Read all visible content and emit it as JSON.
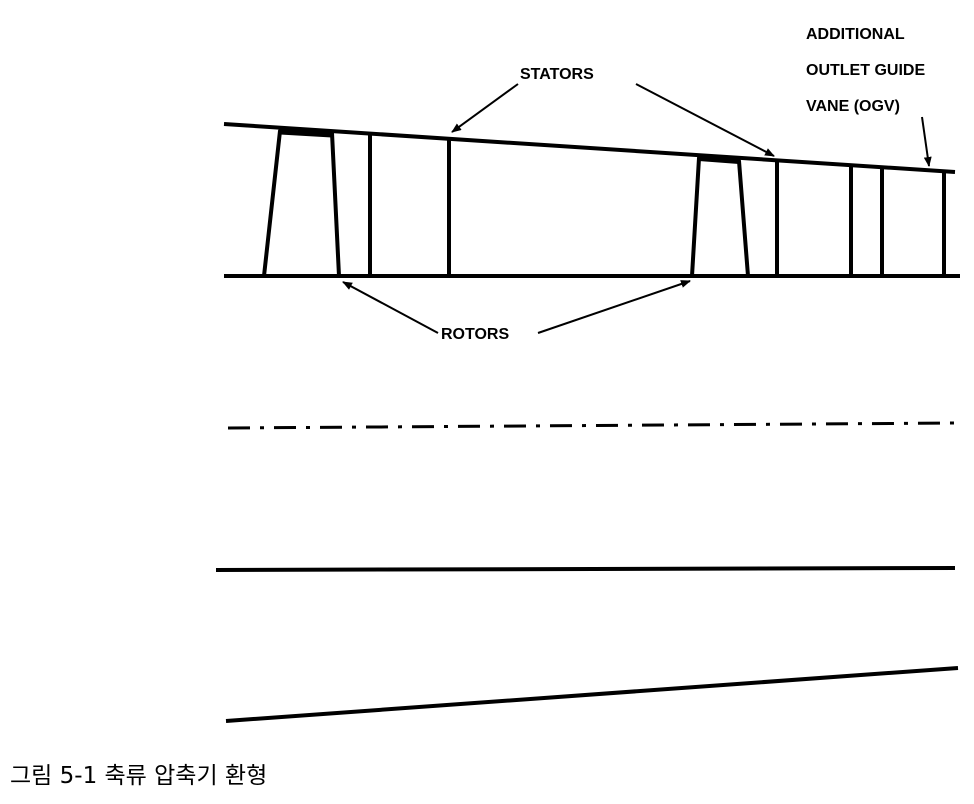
{
  "labels": {
    "stators": "STATORS",
    "rotors": "ROTORS",
    "ogv_line1": "ADDITIONAL",
    "ogv_line2": "OUTLET GUIDE",
    "ogv_line3": "VANE (OGV)"
  },
  "caption": "그림 5-1 축류 압축기 환형",
  "colors": {
    "ink": "#000000",
    "background": "#ffffff"
  }
}
